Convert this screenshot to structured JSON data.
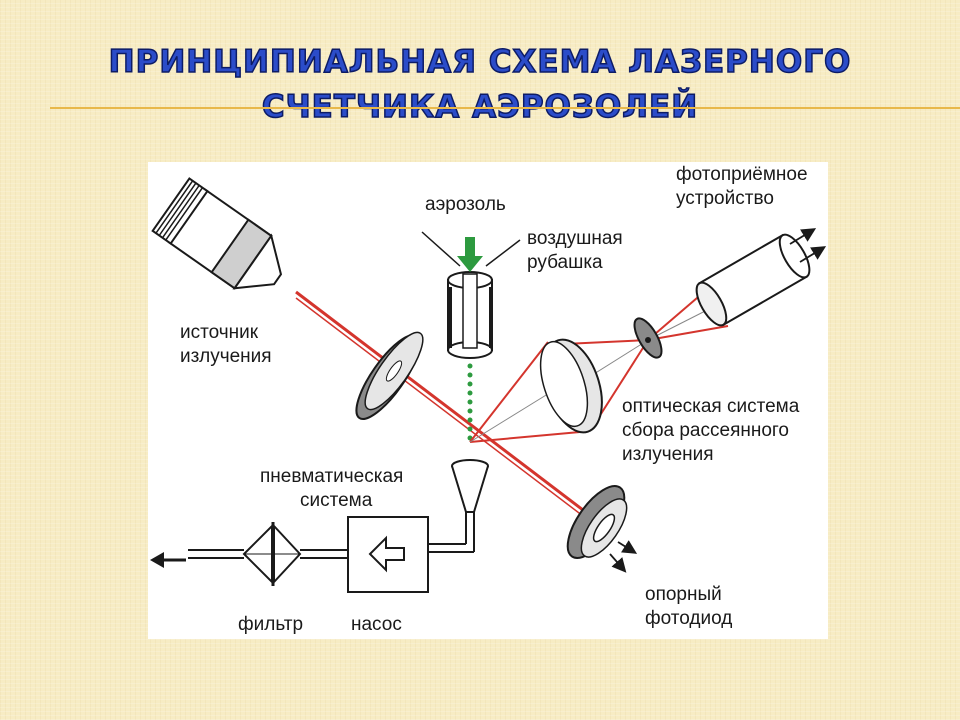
{
  "slide": {
    "title_line1": "ПРИНЦИПИАЛЬНАЯ СХЕМА ЛАЗЕРНОГО",
    "title_line2": "СЧЕТЧИКА АЭРОЗОЛЕЙ"
  },
  "diagram": {
    "labels": {
      "aerosol": "аэрозоль",
      "air_jacket_1": "воздушная",
      "air_jacket_2": "рубашка",
      "photo_receiver_1": "фотоприёмное",
      "photo_receiver_2": "устройство",
      "source_1": "источник",
      "source_2": "излучения",
      "optics_1": "оптическая система",
      "optics_2": "сбора рассеянного",
      "optics_3": "излучения",
      "pneumatic_1": "пневматическая",
      "pneumatic_2": "система",
      "filter": "фильтр",
      "pump": "насос",
      "ref_diode_1": "опорный",
      "ref_diode_2": "фотодиод"
    },
    "colors": {
      "beam": "#d4352d",
      "aerosol_flow": "#2d9a3f",
      "gray": "#8a8a8a",
      "line": "#1a1a1a"
    }
  }
}
